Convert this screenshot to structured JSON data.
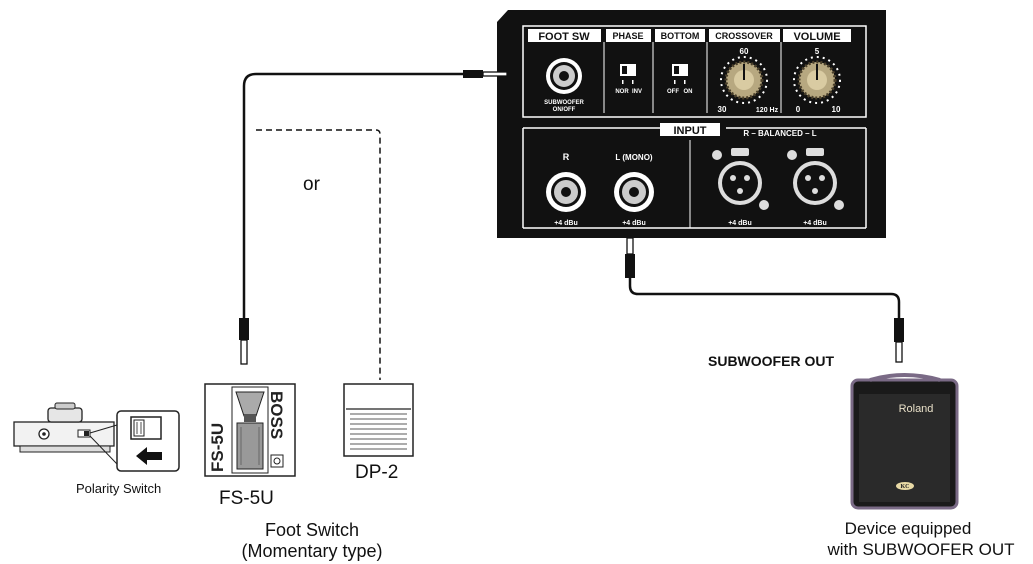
{
  "panel": {
    "foot_sw_header": "FOOT SW",
    "phase_header": "PHASE",
    "bottom_header": "BOTTOM",
    "crossover_header": "CROSSOVER",
    "volume_header": "VOLUME",
    "foot_sw_caption_1": "SUBWOOFER",
    "foot_sw_caption_2": "ON/OFF",
    "phase_opt_nor": "NOR",
    "phase_opt_inv": "INV",
    "bottom_opt_off": "OFF",
    "bottom_opt_on": "ON",
    "crossover_top": "60",
    "crossover_min": "30",
    "crossover_max": "120 Hz",
    "volume_top": "5",
    "volume_min": "0",
    "volume_max": "10",
    "input_header": "INPUT",
    "balanced_header": "R – BALANCED – L",
    "input_r": "R",
    "input_l": "L (MONO)",
    "level": "+4 dBu"
  },
  "labels": {
    "or": "or",
    "fs5u_caption": "FS-5U",
    "fs5u_body": "FS-5U",
    "boss_logo": "BOSS",
    "dp2_caption": "DP-2",
    "foot_switch_line1": "Foot Switch",
    "foot_switch_line2": "(Momentary type)",
    "polarity_switch": "Polarity Switch",
    "subwoofer_out": "SUBWOOFER OUT",
    "device_line1": "Device equipped",
    "device_line2": "with SUBWOOFER OUT",
    "amp_brand": "Roland",
    "amp_badge": "KC"
  },
  "colors": {
    "panel": "#111111",
    "cable": "#111111",
    "amp_body": "#1a1a1a",
    "amp_trim": "#7a6a86"
  }
}
